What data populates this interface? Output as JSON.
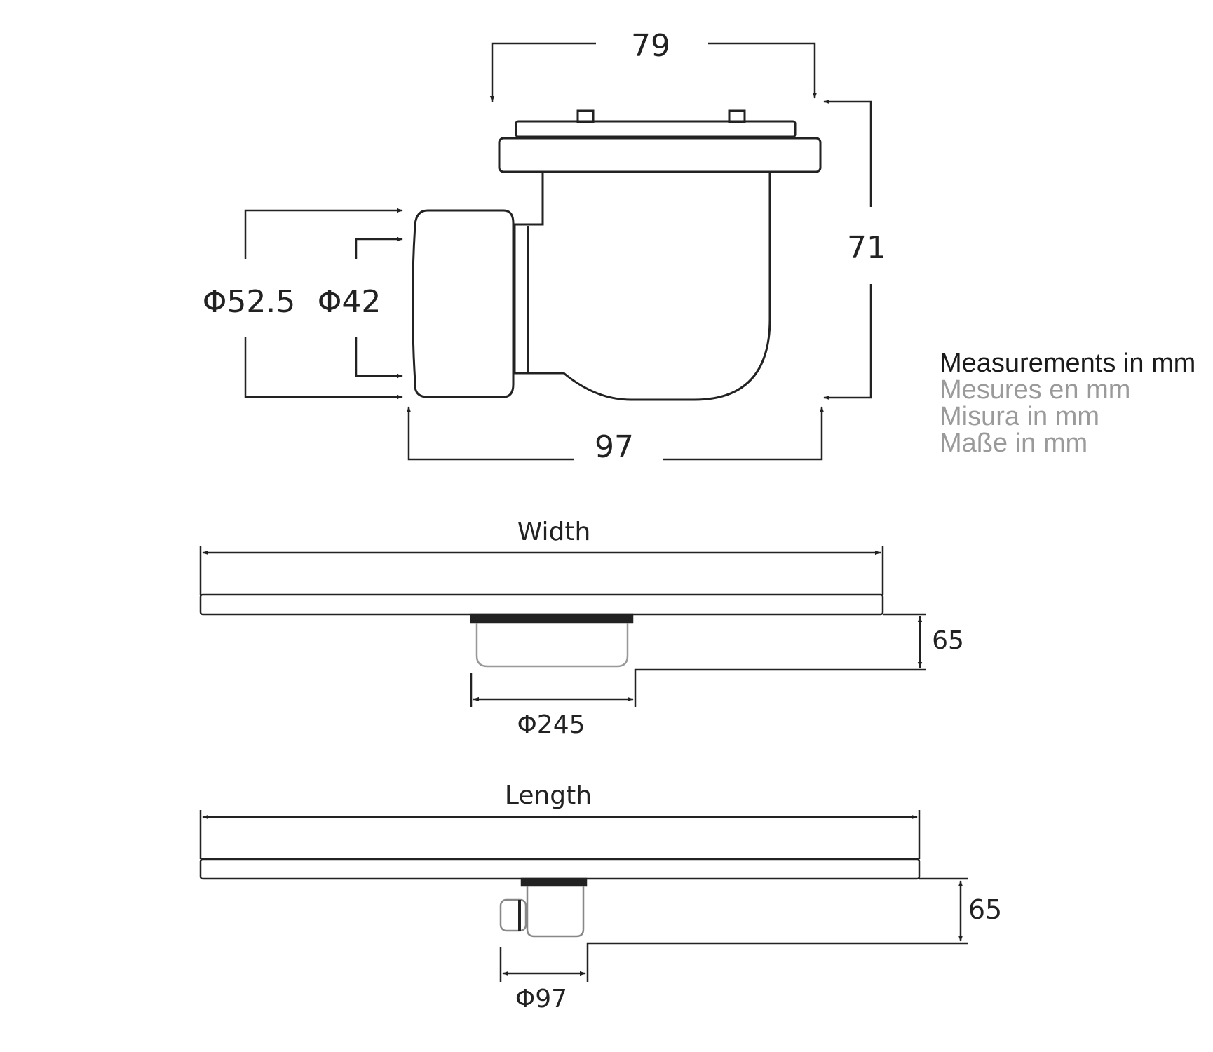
{
  "trap_view": {
    "width_top": "79",
    "height": "71",
    "width_bottom": "97",
    "outer_diameter": "Φ52.5",
    "inner_diameter": "Φ42"
  },
  "legend": {
    "line1": "Measurements in mm",
    "line2": "Mesures en mm",
    "line3": "Misura in mm",
    "line4": "Maße in mm"
  },
  "width_view": {
    "label": "Width",
    "depth": "65",
    "diameter": "Φ245"
  },
  "length_view": {
    "label": "Length",
    "depth": "65",
    "diameter": "Φ97"
  },
  "colors": {
    "line": "#222222",
    "legend_primary": "#1a1a1a",
    "legend_secondary": "#9a9a9a"
  }
}
